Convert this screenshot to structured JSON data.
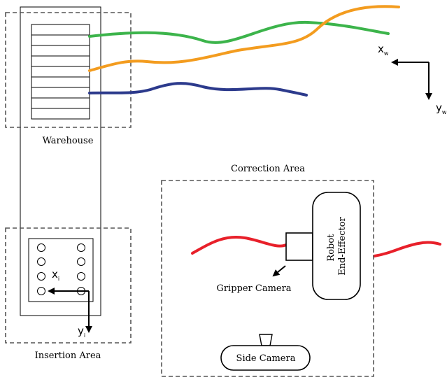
{
  "labels": {
    "warehouse": "Warehouse",
    "insertion_area": "Insertion Area",
    "correction_area": "Correction Area",
    "gripper_camera": "Gripper Camera",
    "robot_line1": "Robot",
    "robot_line2": "End-Effector",
    "side_camera": "Side Camera"
  },
  "axes": {
    "world": {
      "x_base": "x",
      "x_sub": "w",
      "y_base": "y",
      "y_sub": "w"
    },
    "insertion": {
      "x_base": "x",
      "x_sub": "i",
      "y_base": "y",
      "y_sub": "i"
    }
  },
  "cables": [
    {
      "name": "green",
      "color": "#3cb44b"
    },
    {
      "name": "orange",
      "color": "#f39c1f"
    },
    {
      "name": "navy",
      "color": "#2c3a8c"
    },
    {
      "name": "red",
      "color": "#e8202a"
    }
  ],
  "colors": {
    "frame": "#000000",
    "dashed": "#555555"
  }
}
